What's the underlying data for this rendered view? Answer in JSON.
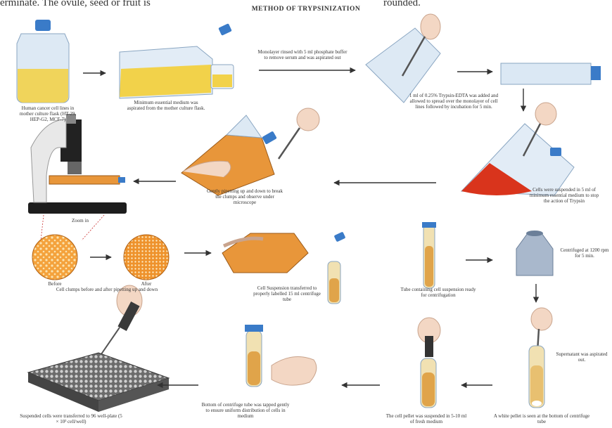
{
  "header": {
    "fragment_left": "erminate. The ovule, seed or fruit is",
    "fragment_right": "rounded.",
    "title": "METHOD OF TRYPSINIZATION"
  },
  "steps": [
    {
      "id": "s1",
      "caption": "Human cancer cell lines in mother culture flask (HT-29, HEP-G2, MCF-7)"
    },
    {
      "id": "s2",
      "caption": "Minimum essential medium was aspirated from the mother culture flask."
    },
    {
      "id": "s3",
      "caption": "Monolayer rinsed with 5 ml phosphate buffer to remove serum and was aspirated out"
    },
    {
      "id": "s4",
      "caption": "1 ml of 0.25% Trypsin-EDTA was added and allowed to spread over the monolayer of cell lines followed by incubation for 5 min."
    },
    {
      "id": "s5",
      "caption": "Cells were suspended in 5 ml of minimum essential medium to stop the action of Trypsin"
    },
    {
      "id": "s6",
      "caption": "Gently pipetting up and down to break the clumps and observe under microscope"
    },
    {
      "id": "s7",
      "caption": "Zoom in"
    },
    {
      "id": "s8",
      "caption": "Before"
    },
    {
      "id": "s9",
      "caption": "After"
    },
    {
      "id": "s10",
      "caption": "Cell clumps before and after pipetting up and down"
    },
    {
      "id": "s11",
      "caption": "Cell Suspension transferred to properly labelled 15 ml centrifuge tube"
    },
    {
      "id": "s12",
      "caption": "Tube containing cell suspension ready for centrifugation"
    },
    {
      "id": "s13",
      "caption": "Centrifuged at 1200 rpm for 5 min."
    },
    {
      "id": "s14",
      "caption": "Supernatant was aspirated out."
    },
    {
      "id": "s15",
      "caption": "A white pellet is seen at the bottom of centrifuge tube"
    },
    {
      "id": "s16",
      "caption": "The cell pellet was suspended in 5-10 ml of fresh medium"
    },
    {
      "id": "s17",
      "caption": "Bottom of centrifuge tube was tapped gently to ensure uniform distribution of cells in medium"
    },
    {
      "id": "s18",
      "caption": "Suspended cells were transferred to 96 well-plate (5 × 10³ cell/well)"
    }
  ],
  "colors": {
    "medium_yellow": "#f2d24a",
    "medium_orange": "#e8963a",
    "suspension_red": "#d9341c",
    "flask_glass": "#d9e6f2",
    "cap_blue": "#3a7bc8",
    "glove_skin": "#f3d7c4",
    "arrow": "#333333",
    "cells_orange": "#e98a1e"
  }
}
